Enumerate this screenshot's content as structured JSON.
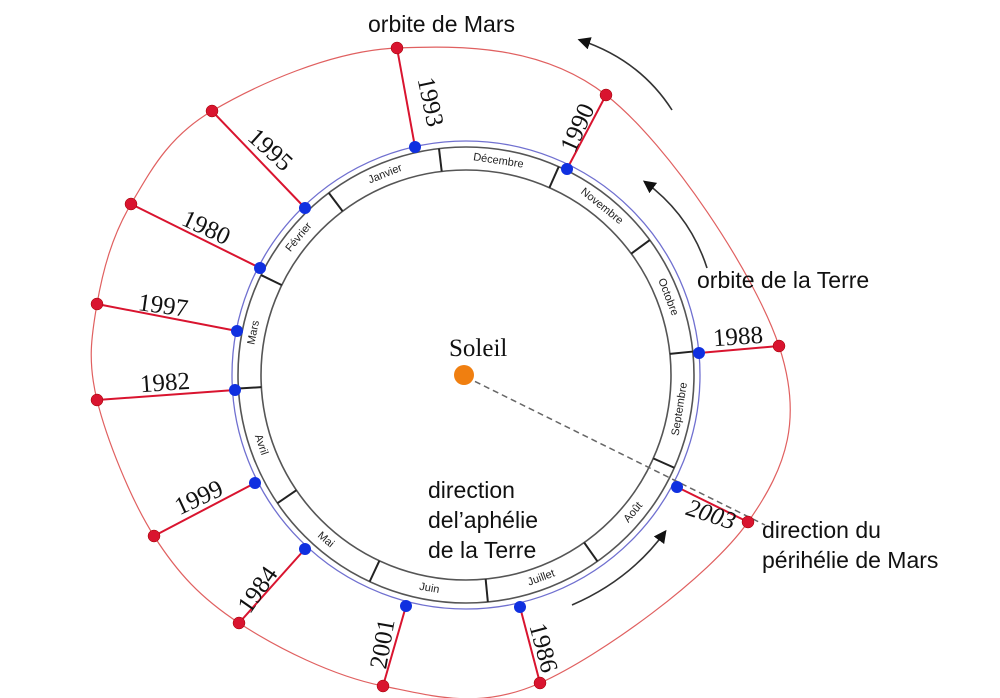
{
  "labels": {
    "mars_orbit": "orbite de Mars",
    "earth_orbit": "orbite de la Terre",
    "sun": "Soleil",
    "aphelion_lines": [
      "direction",
      "del’aphélie",
      "de la Terre"
    ],
    "perihelion_lines": [
      "direction du",
      "périhélie de Mars"
    ]
  },
  "months": [
    "Décembre",
    "Janvier",
    "Février",
    "Mars",
    "Avril",
    "Mai",
    "Juin",
    "Juillet",
    "Août",
    "Septembre",
    "Octobre",
    "Novembre"
  ],
  "years": [
    "1993",
    "1995",
    "1980",
    "1997",
    "1982",
    "1999",
    "1984",
    "2001",
    "1986",
    "2003",
    "1988",
    "1990"
  ],
  "highlight_year": "2003",
  "colors": {
    "mars": "#d9142f",
    "earth": "#1030e0",
    "sun": "#f07f10",
    "mars_orbit": "#e06060",
    "earth_orbit": "#7070d0",
    "highlight": "#d01020"
  }
}
